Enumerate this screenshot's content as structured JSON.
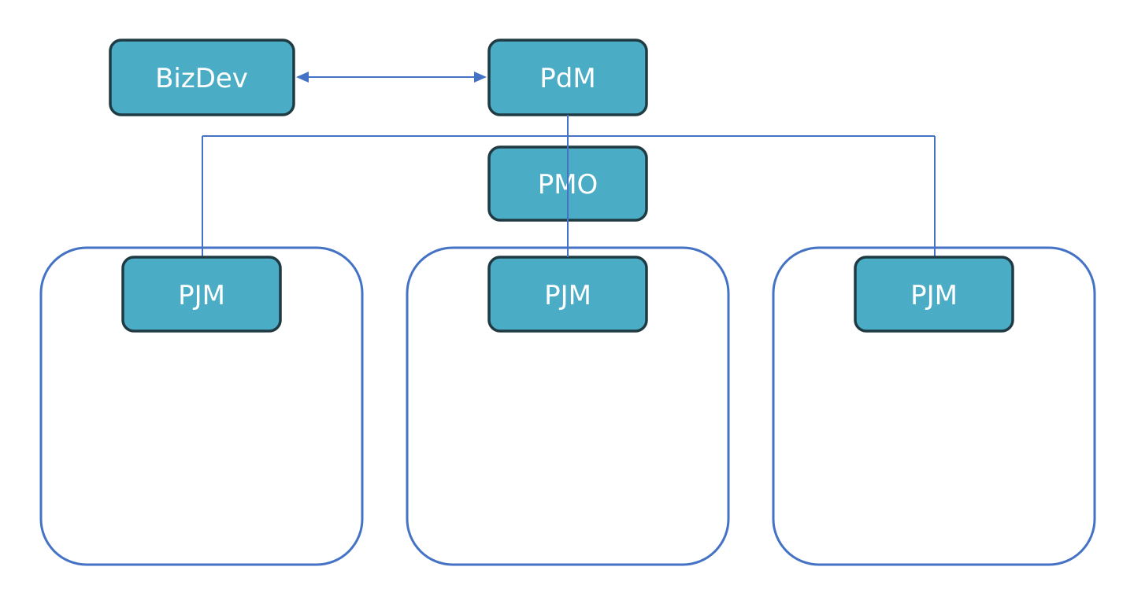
{
  "nodes": {
    "bizdev": "BizDev",
    "pdm": "PdM",
    "pmo": "PMO",
    "pjm_left": "PJM",
    "pjm_center": "PJM",
    "pjm_right": "PJM"
  },
  "colors": {
    "box_fill": "#4bacc6",
    "box_border": "#1f3a42",
    "connector": "#4472c4",
    "group_border": "#4472c4",
    "label": "#ffffff"
  }
}
